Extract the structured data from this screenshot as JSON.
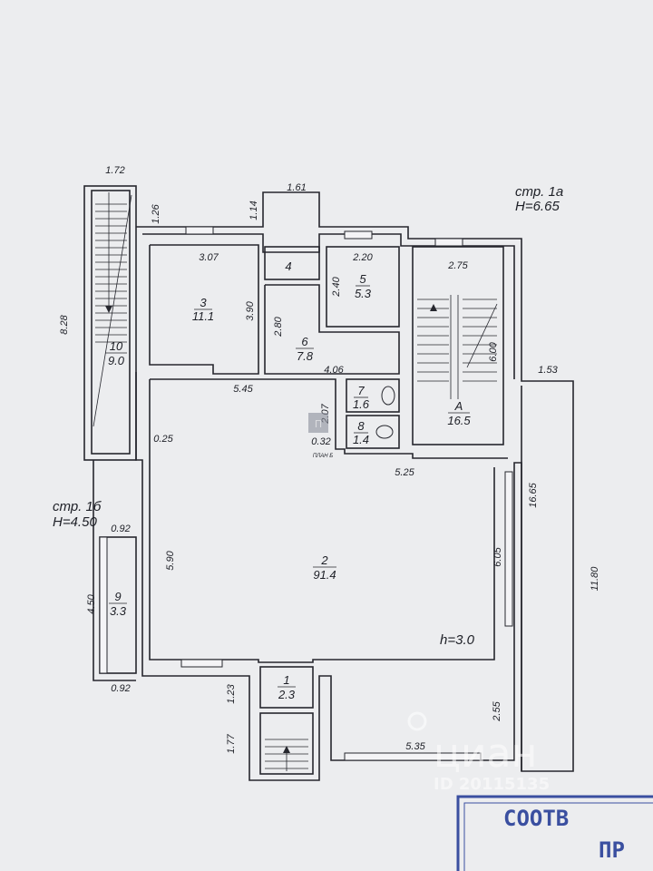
{
  "headers": {
    "str_1a": "стр. 1а",
    "h_665": "Н=6.65",
    "str_1b": "стр. 1б",
    "h_450": "Н=4.50",
    "h_30": "h=3.0"
  },
  "rooms": [
    {
      "id": "1",
      "number": "1",
      "area": "2.3"
    },
    {
      "id": "2",
      "number": "2",
      "area": "91.4"
    },
    {
      "id": "3",
      "number": "3",
      "area": "11.1"
    },
    {
      "id": "4",
      "number": "4",
      "area": ""
    },
    {
      "id": "5",
      "number": "5",
      "area": "5.3"
    },
    {
      "id": "6",
      "number": "6",
      "area": "7.8"
    },
    {
      "id": "7",
      "number": "7",
      "area": "1.6"
    },
    {
      "id": "8",
      "number": "8",
      "area": "1.4"
    },
    {
      "id": "9",
      "number": "9",
      "area": "3.3"
    },
    {
      "id": "10",
      "number": "10",
      "area": "9.0"
    },
    {
      "id": "A",
      "number": "A",
      "area": "16.5"
    }
  ],
  "dimensions": {
    "d_172": "1.72",
    "d_126": "1.26",
    "d_114": "1.14",
    "d_161": "1.61",
    "d_828": "8.28",
    "d_307": "3.07",
    "d_390": "3.90",
    "d_280": "2.80",
    "d_220": "2.20",
    "d_240": "2.40",
    "d_275": "2.75",
    "d_600": "6.00",
    "d_153": "1.53",
    "d_406": "4.06",
    "d_545": "5.45",
    "d_207": "2.07",
    "d_025": "0.25",
    "d_032": "0.32",
    "d_525": "5.25",
    "d_1665": "16.65",
    "d_1180": "11.80",
    "d_590": "5.90",
    "d_605": "6.05",
    "d_092a": "0.92",
    "d_450": "4.50",
    "d_092b": "0.92",
    "d_123": "1.23",
    "d_177": "1.77",
    "d_255": "2.55",
    "d_535": "5.35"
  },
  "watermark": {
    "brand": "циан",
    "id": "ID 20115135",
    "logo_label": "ПЛАН Б"
  },
  "stamp": {
    "line1": "СООТВ",
    "line2": "ПР"
  },
  "colors": {
    "paper": "#ecedef",
    "line": "#26272e",
    "stamp": "#3a4fa0"
  }
}
